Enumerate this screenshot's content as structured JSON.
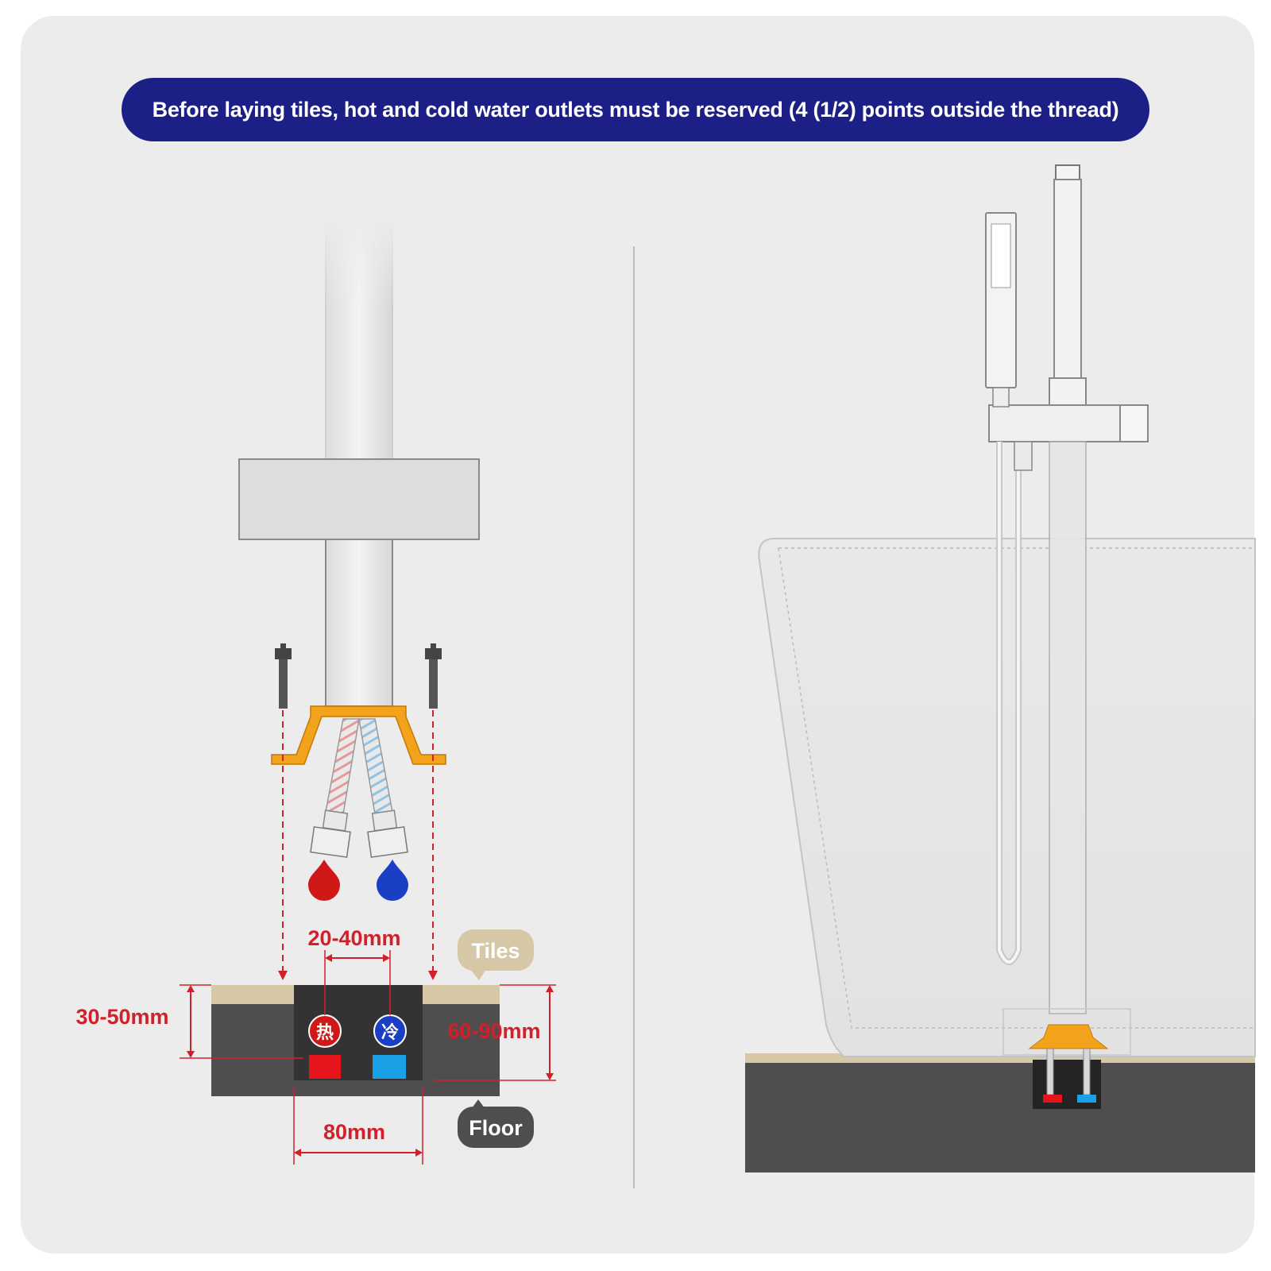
{
  "banner": {
    "text": "Before laying tiles, hot and cold water outlets must be reserved (4 (1/2) points outside the thread)"
  },
  "dimensions": {
    "outlet_spacing": "20-40mm",
    "tile_depth": "30-50mm",
    "total_depth": "60-90mm",
    "box_width": "80mm"
  },
  "callouts": {
    "tiles": "Tiles",
    "floor": "Floor"
  },
  "valves": {
    "hot": "热",
    "cold": "冷"
  },
  "colors": {
    "banner": "#1c1f86",
    "dimension": "#d31f2a",
    "mounting_base": "#f3a21c",
    "hot": "#d01818",
    "cold": "#1b3fc4",
    "cold_marker": "#1aa0e6",
    "tiles": "#d6c7a6",
    "floor": "#4f4d4e"
  }
}
